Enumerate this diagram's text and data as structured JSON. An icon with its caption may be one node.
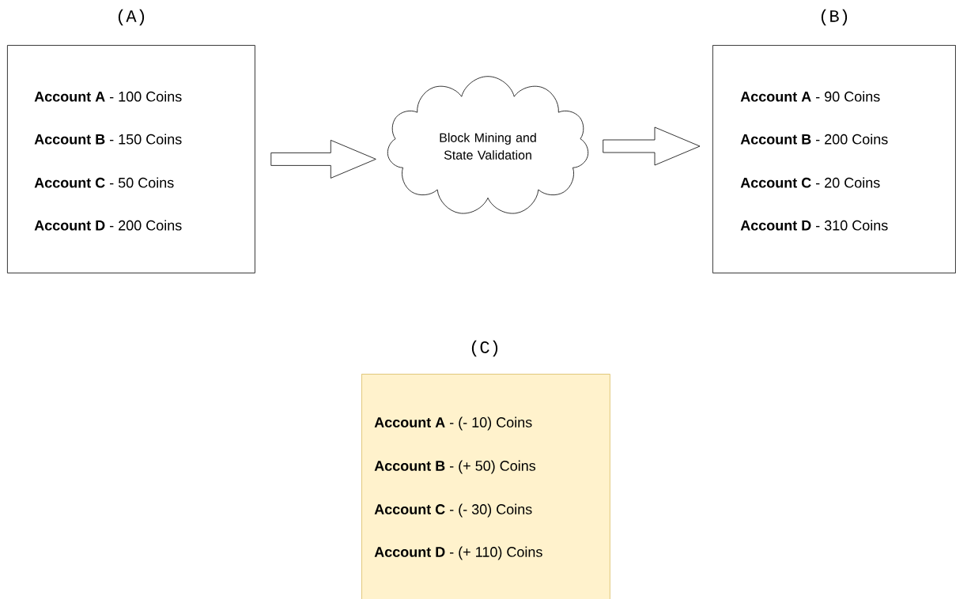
{
  "diagram": {
    "nodes": [
      {
        "text": [
          "(A)",
          "**Account A** - 100 Coins",
          "**Account B** - 150 Coins",
          "**Account C** - 50 Coins",
          "**Account D** - 200 Coins"
        ]
      },
      {
        "text": [
          "Block Mining and State Validation"
        ]
      },
      {
        "text": [
          "(B)",
          "**Account A** - 90 Coins",
          "**Account B** - 200 Coins",
          "**Account C** - 20 Coins",
          "**Account D** - 310 Coins"
        ]
      },
      {
        "text": [
          "(C)",
          "**Account A** - (- 10) Coins",
          "**Account B** - (+ 50) Coins",
          "**Account C** - (- 30) Coins",
          "**Account D** - (+ 110) Coins"
        ]
      }
    ],
    "edges": [
      {
        "from": 0,
        "to": 1,
        "arrow": "to"
      },
      {
        "from": 1,
        "to": 2,
        "arrow": "to"
      }
    ]
  }
}
